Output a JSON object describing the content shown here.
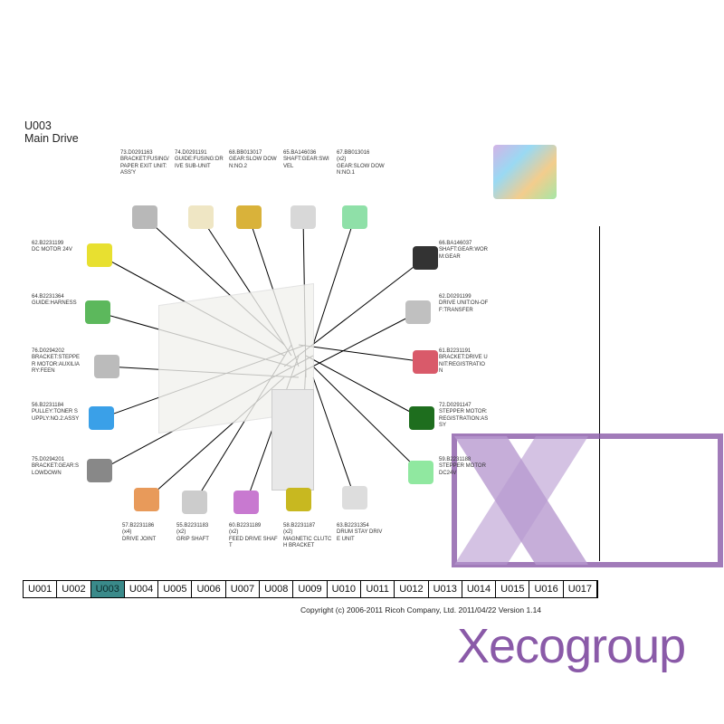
{
  "page": {
    "code": "U003",
    "title": "Main Drive"
  },
  "parts": [
    {
      "id": "73.D0291163",
      "qty": "",
      "name": "BRACKET:FUSING/\nPAPER EXIT UNIT:\nASS'Y",
      "color": "#b8b8b8"
    },
    {
      "id": "74.D0291191",
      "qty": "",
      "name": "GUIDE:FUSING:DR\nIVE SUB-UNIT",
      "color": "#efe6c4"
    },
    {
      "id": "68.BB013017",
      "qty": "",
      "name": "GEAR:SLOW DOW\nN:NO.2",
      "color": "#d9b23a"
    },
    {
      "id": "65.BA146036",
      "qty": "",
      "name": "SHAFT:GEAR:SWI\nVEL",
      "color": "#d8d8d8"
    },
    {
      "id": "67.BB013016",
      "qty": "(x2)",
      "name": "GEAR:SLOW DOW\nN:NO.1",
      "color": "#8fe0a8"
    },
    {
      "id": "62.B2231199",
      "qty": "",
      "name": "DC MOTOR 24V",
      "color": "#e8e030"
    },
    {
      "id": "64.B2231364",
      "qty": "",
      "name": "GUIDE:HARNESS",
      "color": "#5cb85c"
    },
    {
      "id": "76.D0294202",
      "qty": "",
      "name": "BRACKET:STEPPE\nR MOTOR:AUXILIA\nRY:FEEN",
      "color": "#bbbbbb"
    },
    {
      "id": "56.B2231184",
      "qty": "",
      "name": "PULLEY:TONER S\nUPPLY:NO.2:ASSY",
      "color": "#3aa0e8"
    },
    {
      "id": "75.D0294201",
      "qty": "",
      "name": "BRACKET:GEAR:S\nLOWDOWN",
      "color": "#888888"
    },
    {
      "id": "66.BA146037",
      "qty": "",
      "name": "SHAFT:GEAR:WOR\nM:GEAR",
      "color": "#333333"
    },
    {
      "id": "62.D0291199",
      "qty": "",
      "name": "DRIVE UNIT:ON-OF\nF:TRANSFER",
      "color": "#c0c0c0"
    },
    {
      "id": "61.B2231191",
      "qty": "",
      "name": "BRACKET:DRIVE U\nNIT:REGISTRATIO\nN",
      "color": "#d95a6a"
    },
    {
      "id": "72.D0291147",
      "qty": "",
      "name": "STEPPER MOTOR:\nREGISTRATION:AS\nSY",
      "color": "#1e6e1e"
    },
    {
      "id": "59.B2231188",
      "qty": "",
      "name": "STEPPER MOTOR\nDC24V",
      "color": "#90e8a0"
    },
    {
      "id": "57.B2231186",
      "qty": "(x4)",
      "name": "DRIVE JOINT",
      "color": "#e89a5a"
    },
    {
      "id": "55.B2231183",
      "qty": "(x2)",
      "name": "GRIP SHAFT",
      "color": "#cccccc"
    },
    {
      "id": "60.B2231189",
      "qty": "(x2)",
      "name": "FEED DRIVE SHAF\nT",
      "color": "#c879d0"
    },
    {
      "id": "58.B2231187",
      "qty": "(x2)",
      "name": "MAGNETIC CLUTC\nH BRACKET",
      "color": "#c8b820"
    },
    {
      "id": "63.B2231354",
      "qty": "",
      "name": "DRUM STAY DRIV\nE UNIT",
      "color": "#dddddd"
    }
  ],
  "tabs": [
    "U001",
    "U002",
    "U003",
    "U004",
    "U005",
    "U006",
    "U007",
    "U008",
    "U009",
    "U010",
    "U011",
    "U012",
    "U013",
    "U014",
    "U015",
    "U016",
    "U017"
  ],
  "active_tab": "U003",
  "copyright": "Copyright (c) 2006-2011 Ricoh Company, Ltd.    2011/04/22 Version 1.14",
  "watermark": "Xecogroup"
}
